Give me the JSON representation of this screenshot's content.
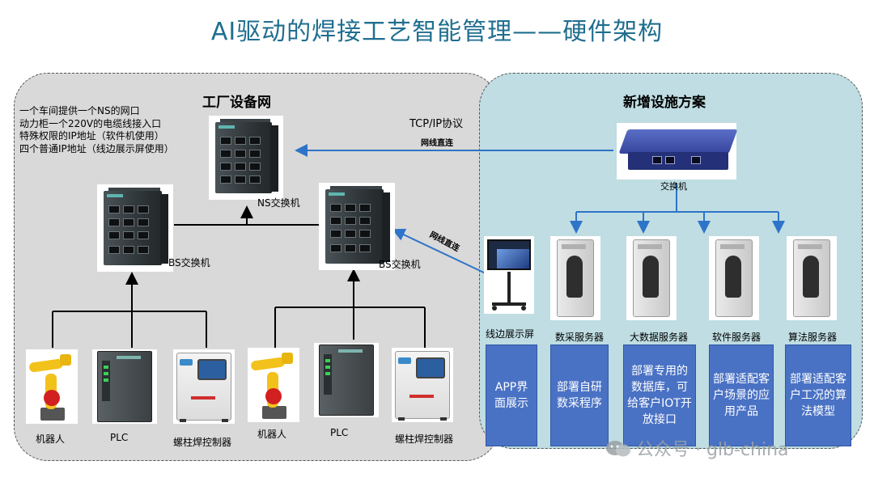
{
  "title": "AI驱动的焊接工艺智能管理——硬件架构",
  "factory": {
    "heading": "工厂设备网",
    "notes": [
      "一个车间提供一个NS的网口",
      "动力柜一个220V的电缆线接入口",
      "特殊权限的IP地址（软件机使用）",
      "四个普通IP地址（线边展示屏使用）"
    ],
    "ns_switch_label": "NS交换机",
    "bs_switch_left_label": "BS交换机",
    "bs_switch_right_label": "BS交换机",
    "devices": [
      {
        "label": "机器人",
        "icon": "robot-arm-icon"
      },
      {
        "label": "PLC",
        "icon": "plc-icon"
      },
      {
        "label": "螺柱焊控制器",
        "icon": "welding-controller-icon"
      },
      {
        "label": "机器人",
        "icon": "robot-arm-icon"
      },
      {
        "label": "PLC",
        "icon": "plc-icon"
      },
      {
        "label": "螺柱焊控制器",
        "icon": "welding-controller-icon"
      }
    ]
  },
  "new_facility": {
    "heading": "新增设施方案",
    "protocol_label": "TCP/IP协议",
    "link_label_top": "网线直连",
    "link_label_diag": "网线直连",
    "switch_label": "交换机",
    "terminals": [
      {
        "label": "线边展示屏",
        "desc": "APP界面展示"
      },
      {
        "label": "数采服务器",
        "desc": "部署自研数采程序"
      },
      {
        "label": "大数据服务器",
        "desc": "部署专用的数据库，可给客户IOT开放接口"
      },
      {
        "label": "软件服务器",
        "desc": "部署适配客户场景的应用产品"
      },
      {
        "label": "算法服务器",
        "desc": "部署适配客户工况的算法模型"
      }
    ]
  },
  "watermark": "公众号 · glb-china",
  "colors": {
    "title": "#1f6e8f",
    "arrow_blue": "#2e74c8",
    "box_blue": "#4a72c4",
    "left_zone": "#d9d9d9",
    "right_zone": "#bfdde2"
  }
}
